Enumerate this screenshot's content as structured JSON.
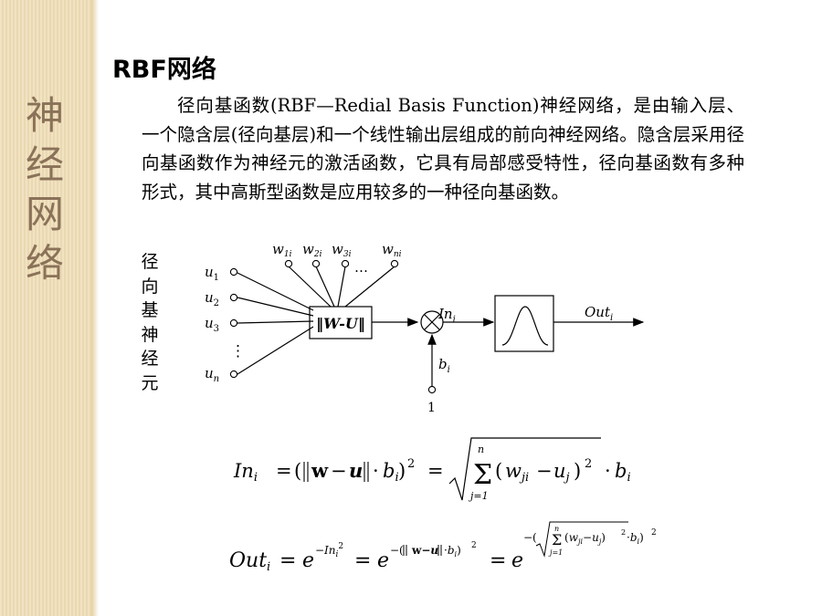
{
  "sidebar": {
    "title": [
      "神",
      "经",
      "网",
      "络"
    ]
  },
  "slide": {
    "title": "RBF网络",
    "paragraph": "径向基函数(RBF—Redial Basis Function)神经网络，是由输入层、一个隐含层(径向基层)和一个线性输出层组成的前向神经网络。隐含层采用径向基函数作为神经元的激活函数，它具有局部感受特性，径向基函数有多种形式，其中高斯型函数是应用较多的一种径向基函数。"
  },
  "diagram": {
    "side_label": [
      "径",
      "向",
      "基",
      "神",
      "经",
      "元"
    ],
    "inputs": [
      "u",
      "u",
      "u",
      "u"
    ],
    "input_subscripts": [
      "1",
      "2",
      "3",
      "n"
    ],
    "weights": [
      "w",
      "w",
      "w",
      "w"
    ],
    "weight_subscripts": [
      "1i",
      "2i",
      "3i",
      "ni"
    ],
    "ellipsis": "…",
    "vertical_ellipsis": "⋮",
    "norm_block": "‖W-U‖",
    "multiply_symbol": "×",
    "bias_label": "b",
    "bias_subscript": "i",
    "bias_value": "1",
    "in_label": "In",
    "in_subscript": "i",
    "out_label": "Out",
    "out_subscript": "i"
  },
  "formulas": {
    "in_lhs": "In",
    "out_lhs": "Out",
    "sub_i": "i",
    "sum_top": "n",
    "sum_bottom": "j=1",
    "exp_base": "e"
  }
}
